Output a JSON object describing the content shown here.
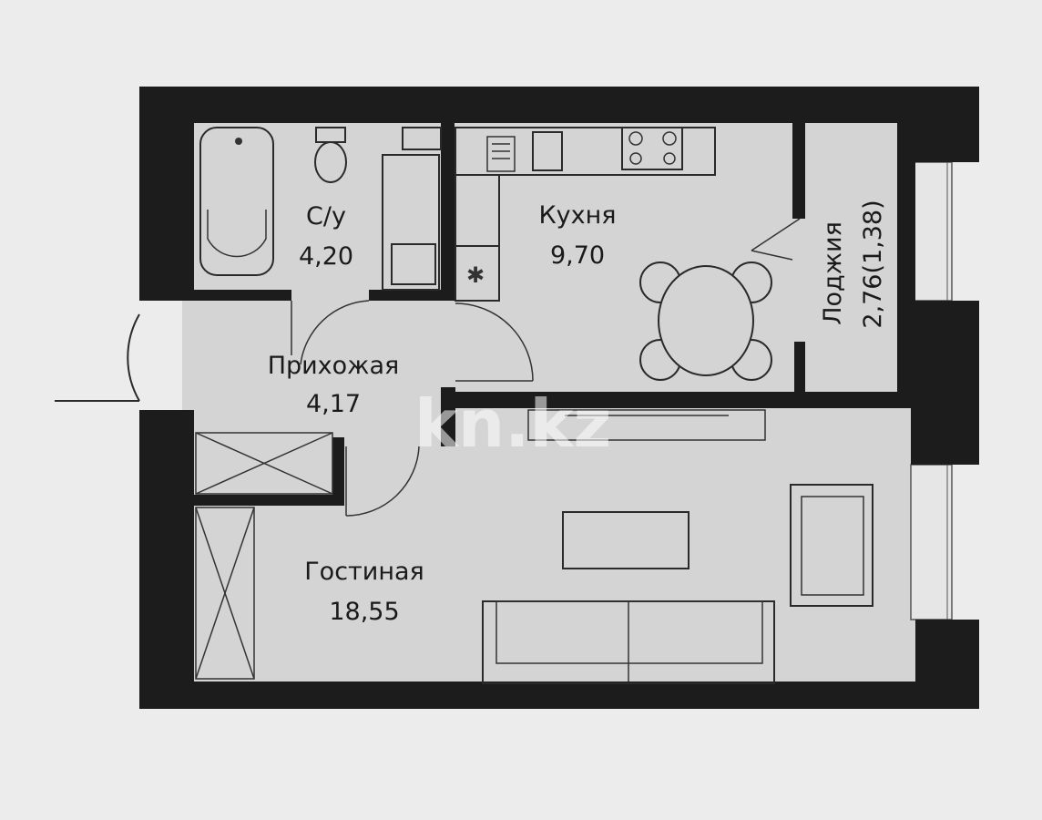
{
  "rooms": {
    "bathroom": {
      "name": "С/у",
      "area": "4,20"
    },
    "kitchen": {
      "name": "Кухня",
      "area": "9,70"
    },
    "hallway": {
      "name": "Прихожая",
      "area": "4,17"
    },
    "loggia": {
      "name": "Лоджия",
      "area": "2,76(1,38)"
    },
    "living": {
      "name": "Гостиная",
      "area": "18,55"
    }
  },
  "watermark": "kn.kz",
  "colors": {
    "wall": "#1c1c1c",
    "floor": "#d4d4d4",
    "background": "#ececec"
  }
}
